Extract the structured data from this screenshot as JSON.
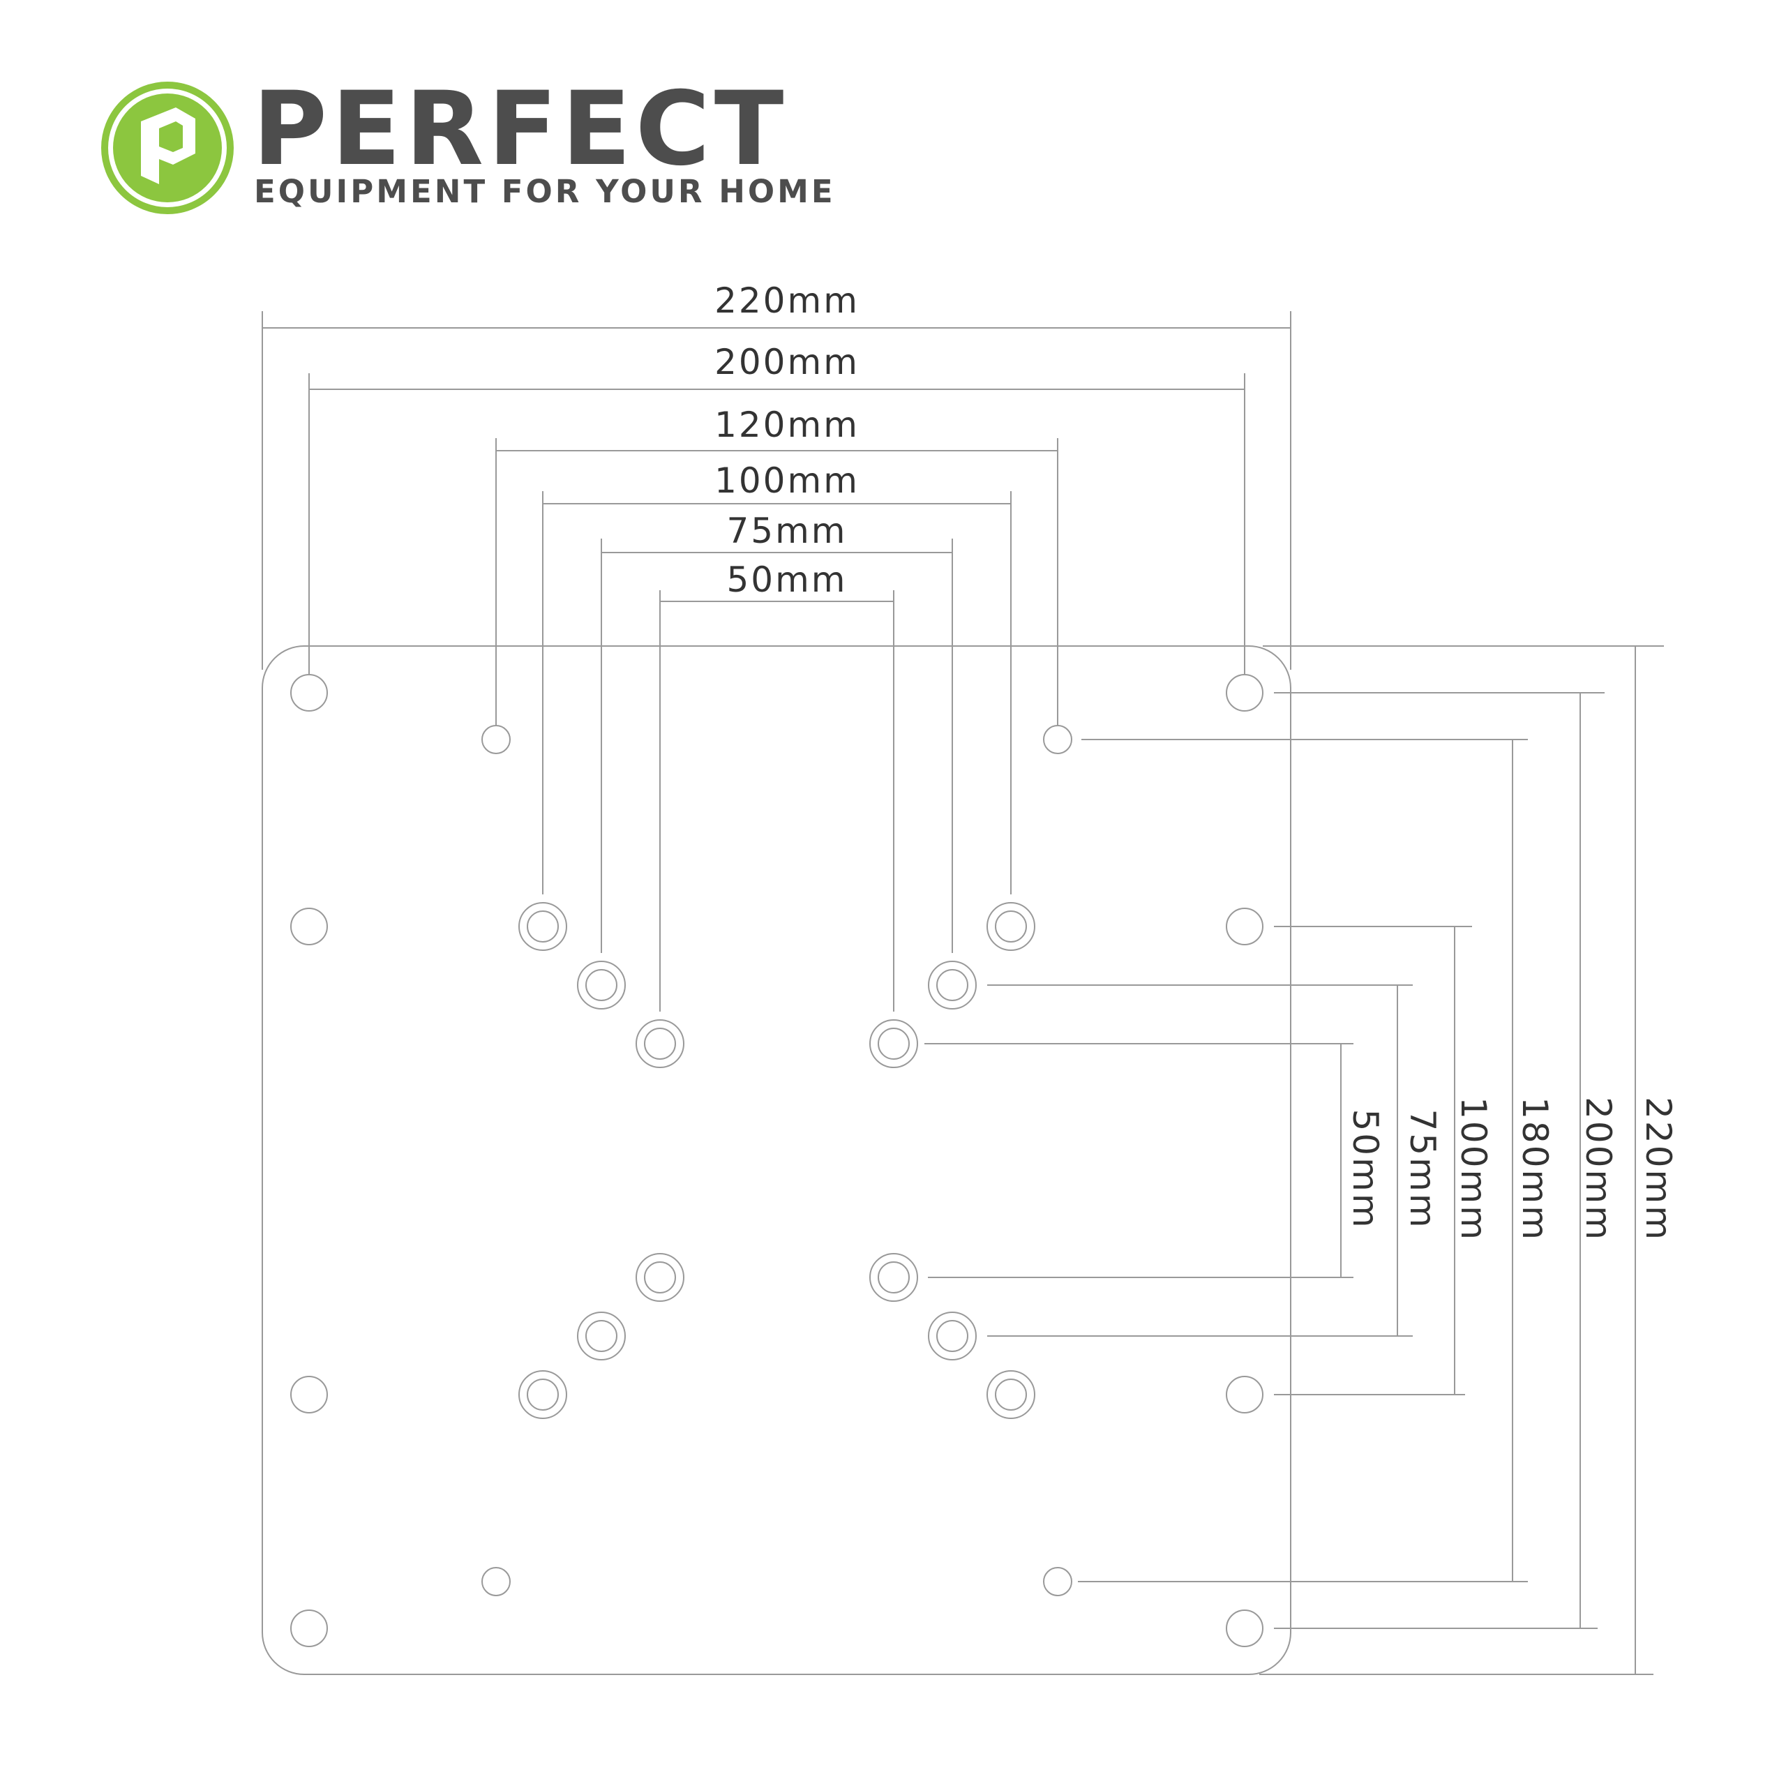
{
  "brand": {
    "name": "PERFECT",
    "tagline": "EQUIPMENT FOR YOUR HOME",
    "colors": {
      "green": "#8cc63f",
      "text": "#4d4d4d"
    },
    "logo_icon": "p-cube-icon"
  },
  "diagram": {
    "line_color": "#999999",
    "horizontal_dimensions": [
      "220mm",
      "200mm",
      "120mm",
      "100mm",
      "75mm",
      "50mm"
    ],
    "vertical_dimensions": [
      "50mm",
      "75mm",
      "100mm",
      "180mm",
      "200mm",
      "220mm"
    ]
  }
}
